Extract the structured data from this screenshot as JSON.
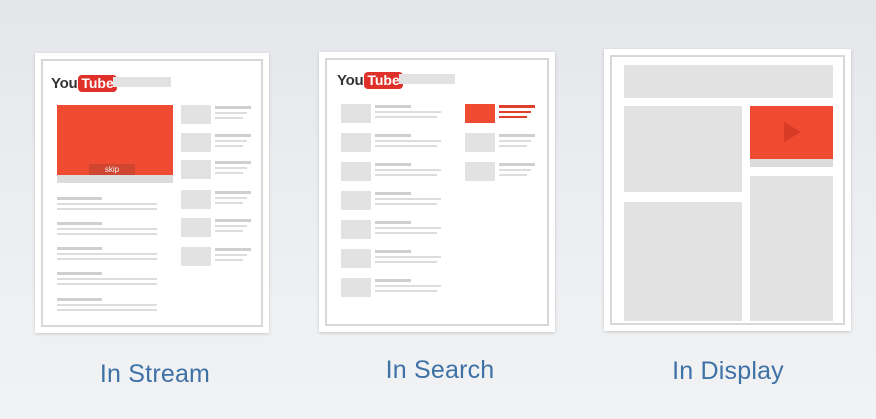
{
  "panels": [
    {
      "logo_you": "You",
      "logo_tube": "Tube",
      "skip_label": "skip",
      "caption": "In Stream"
    },
    {
      "logo_you": "You",
      "logo_tube": "Tube",
      "caption": "In Search"
    },
    {
      "caption": "In Display"
    }
  ],
  "colors": {
    "accent_red": "#ef4b33",
    "caption_blue": "#3e71a6"
  }
}
